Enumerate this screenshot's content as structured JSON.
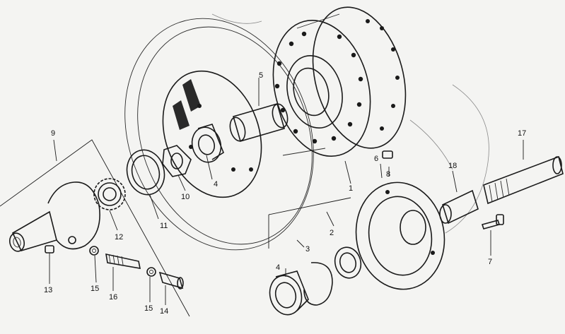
{
  "labels": {
    "l1": "1",
    "l2": "2",
    "l3": "3",
    "l4a": "4",
    "l4b": "4",
    "l5": "5",
    "l6": "6",
    "l7": "7",
    "l8": "8",
    "l9": "9",
    "l10": "10",
    "l11": "11",
    "l12": "12",
    "l13": "13",
    "l14": "14",
    "l15a": "15",
    "l15b": "15",
    "l16": "16",
    "l17": "17",
    "l18": "18"
  }
}
